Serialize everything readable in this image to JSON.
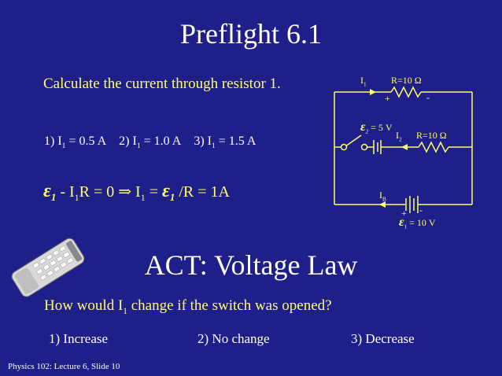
{
  "title": "Preflight 6.1",
  "question1": "Calculate the current through resistor 1.",
  "answers1": [
    {
      "num": "1) I",
      "sub": "1",
      "rest": " = 0.5 A"
    },
    {
      "num": "2) I",
      "sub": "1",
      "rest": " = 1.0 A"
    },
    {
      "num": "3) I",
      "sub": "1",
      "rest": " = 1.5 A"
    }
  ],
  "equation": {
    "eps1": "ε",
    "eps1_sub": "1",
    "part1": " - I",
    "part1_sub": "1",
    "part2": "R = 0 ⇒ I",
    "part2_sub": "1",
    "part3": " = ",
    "eps2": "ε",
    "eps2_sub": "1",
    "part4": " /R = 1A"
  },
  "circuit": {
    "i1_label": "I",
    "i1_sub": "1",
    "r1_label": "R=10 Ω",
    "r1_plus": "+",
    "r1_minus": "-",
    "eps2_label": "ε",
    "eps2_sub": "2",
    "eps2_value": " = 5 V",
    "i2_label": "I",
    "i2_sub": "2",
    "r2_label": "R=10 Ω",
    "ib_label": "I",
    "ib_sub": "B",
    "batt_plus": "+",
    "batt_minus": "-",
    "eps1_label": "ε",
    "eps1_sub": "1",
    "eps1_value": " = 10 V"
  },
  "act_title": "ACT: Voltage Law",
  "question2": {
    "pre": "How would I",
    "sub": "1",
    "post": " change if the switch was opened?"
  },
  "options": [
    "1) Increase",
    "2) No change",
    "3) Decrease"
  ],
  "footer": "Physics 102: Lecture 6, Slide 10"
}
